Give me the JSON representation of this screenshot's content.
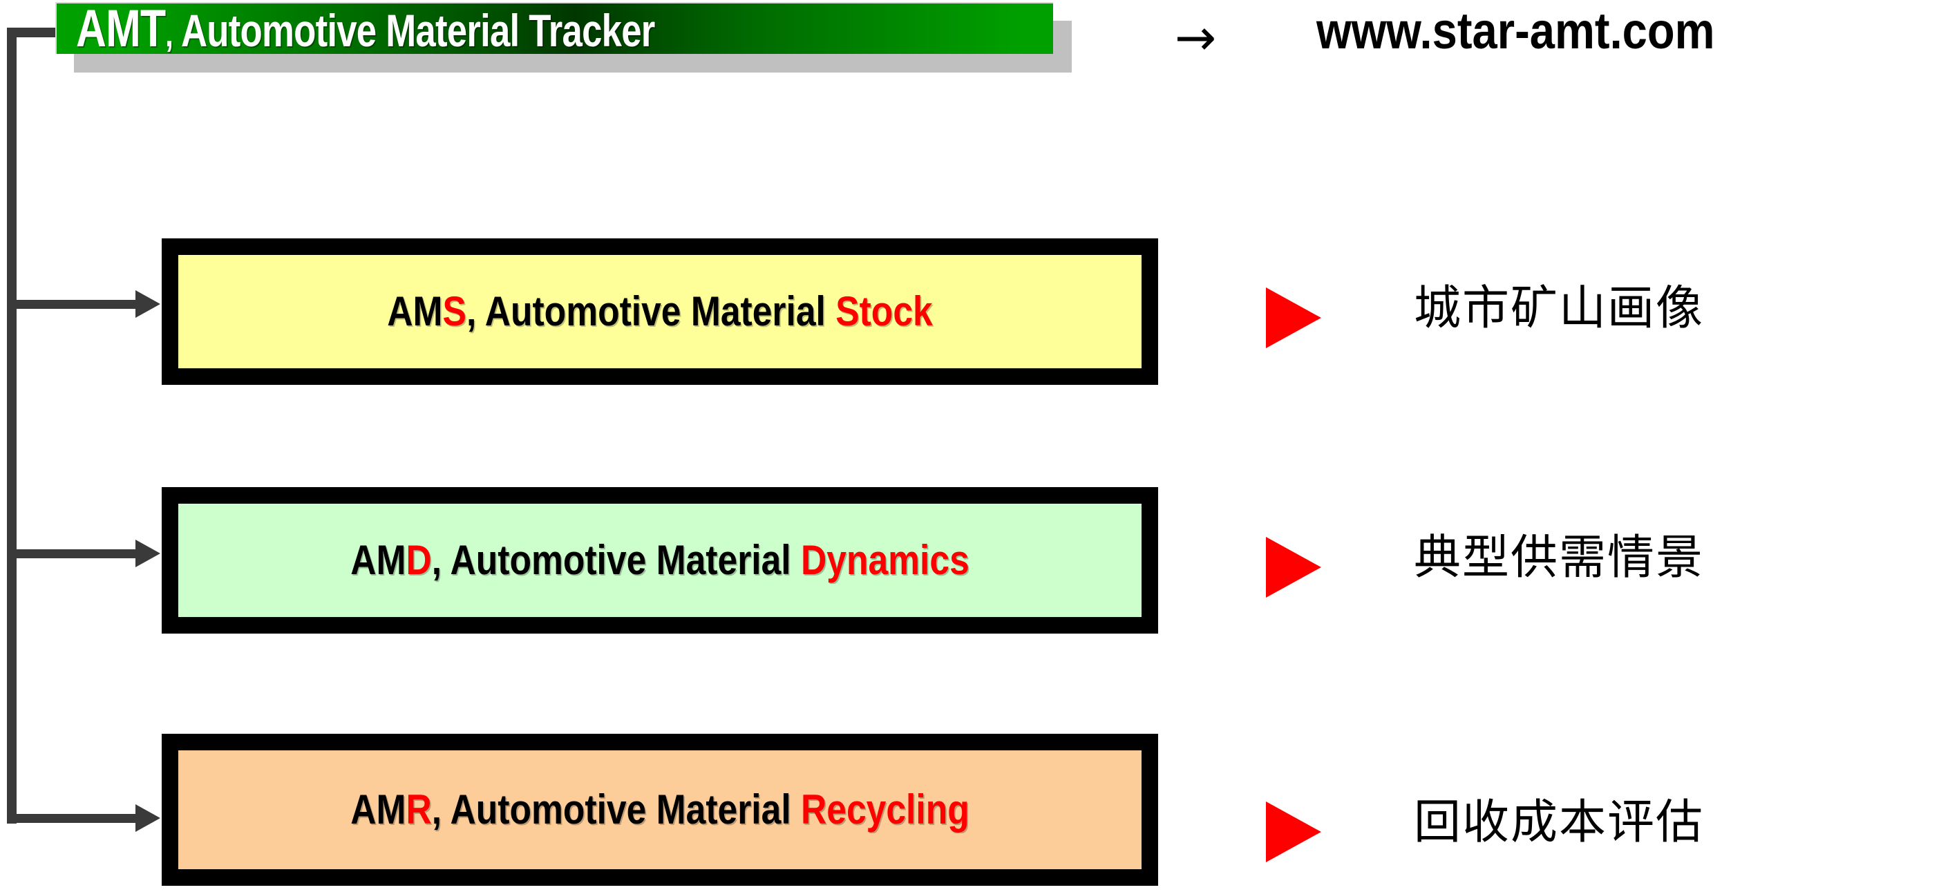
{
  "header": {
    "title_prefix": "AMT",
    "title_comma": ",",
    "title_rest": " Automotive Material Tracker",
    "arrow_glyph": "→",
    "url": "www.star-amt.com",
    "box_gradient_from": "#00a000",
    "box_gradient_to": "#003700",
    "shadow_color": "#c0c0c0"
  },
  "rows": [
    {
      "abbr_plain": "AM",
      "abbr_highlight": "S",
      "middle": ", Automotive Material ",
      "tail_highlight": "Stock",
      "fill": "#ffff99",
      "border": "#000000",
      "marker": "play-triangle",
      "marker_color": "#ff0000",
      "cn_label": "城市矿山画像"
    },
    {
      "abbr_plain": "AM",
      "abbr_highlight": "D",
      "middle": ", Automotive Material ",
      "tail_highlight": "Dynamics",
      "fill": "#ccffcc",
      "border": "#000000",
      "marker": "play-triangle",
      "marker_color": "#ff0000",
      "cn_label": "典型供需情景"
    },
    {
      "abbr_plain": "AM",
      "abbr_highlight": "R",
      "middle": ", Automotive Material ",
      "tail_highlight": "Recycling",
      "fill": "#fccc99",
      "border": "#000000",
      "marker": "play-triangle",
      "marker_color": "#ff0000",
      "cn_label": "回收成本评估"
    }
  ],
  "connector": {
    "color": "#3a3a3a",
    "style": "orthogonal-tree"
  }
}
